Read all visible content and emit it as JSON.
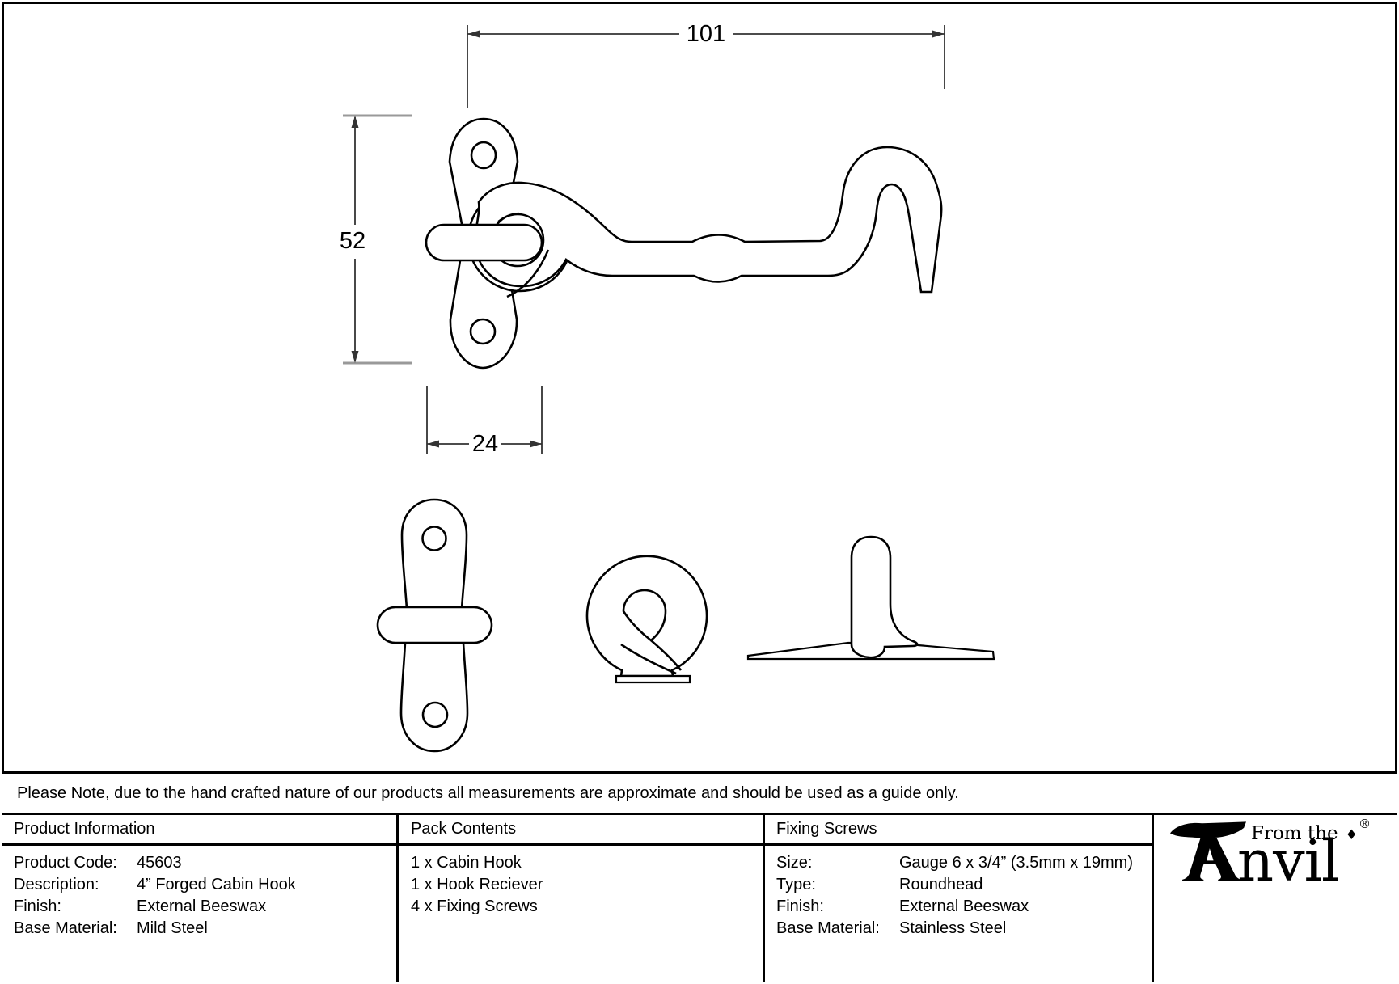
{
  "drawing": {
    "dim_width": "101",
    "dim_height": "52",
    "dim_plate_width": "24",
    "ink_color": "#000000",
    "dim_line_color": "#333333",
    "tick_gray_color": "#999999"
  },
  "note": "Please Note, due to the hand crafted nature of our products all measurements are approximate and should be used as a guide only.",
  "table": {
    "product_info": {
      "header": "Product Information",
      "rows": [
        {
          "label": "Product Code:",
          "value": "45603"
        },
        {
          "label": "Description:",
          "value": "4” Forged Cabin Hook"
        },
        {
          "label": "Finish:",
          "value": "External Beeswax"
        },
        {
          "label": "Base Material:",
          "value": "Mild Steel"
        }
      ]
    },
    "pack_contents": {
      "header": "Pack Contents",
      "items": [
        "1 x Cabin Hook",
        "1 x Hook Reciever",
        "4 x Fixing Screws"
      ]
    },
    "fixing_screws": {
      "header": "Fixing Screws",
      "rows": [
        {
          "label": "Size:",
          "value": "Gauge 6 x 3/4” (3.5mm x 19mm)"
        },
        {
          "label": "Type:",
          "value": "Roundhead"
        },
        {
          "label": "Finish:",
          "value": "External Beeswax"
        },
        {
          "label": "Base Material:",
          "value": "Stainless Steel"
        }
      ]
    }
  },
  "logo": {
    "prefix": "From the",
    "diamond": "♦",
    "brand": "Anvil",
    "brand_suffix": "nvil",
    "registered": "®"
  }
}
